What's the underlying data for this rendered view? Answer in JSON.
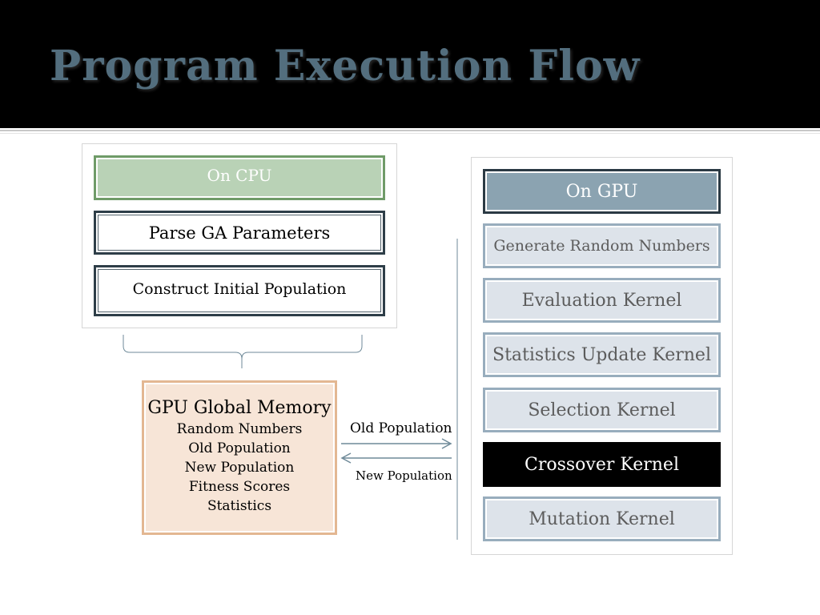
{
  "title": "Program Execution Flow",
  "cpu": {
    "header": "On CPU",
    "steps": [
      "Parse GA Parameters",
      "Construct Initial Population"
    ]
  },
  "memory": {
    "title": "GPU Global Memory",
    "items": [
      "Random Numbers",
      "Old Population",
      "New Population",
      "Fitness Scores",
      "Statistics"
    ]
  },
  "transfer": {
    "to_gpu": "Old Population",
    "to_cpu": "New Population"
  },
  "gpu": {
    "header": "On GPU",
    "kernels": [
      "Generate Random Numbers",
      "Evaluation Kernel",
      "Statistics Update Kernel",
      "Selection Kernel",
      "Crossover Kernel",
      "Mutation Kernel"
    ],
    "active_kernel": "Crossover Kernel"
  },
  "colors": {
    "title": "#536e7e",
    "cpu_header": "#b9d2b6",
    "gpu_header": "#8ba3b1",
    "memory": "#f7e5d7",
    "kernel": "#dde3ea",
    "active_kernel": "#000000"
  }
}
